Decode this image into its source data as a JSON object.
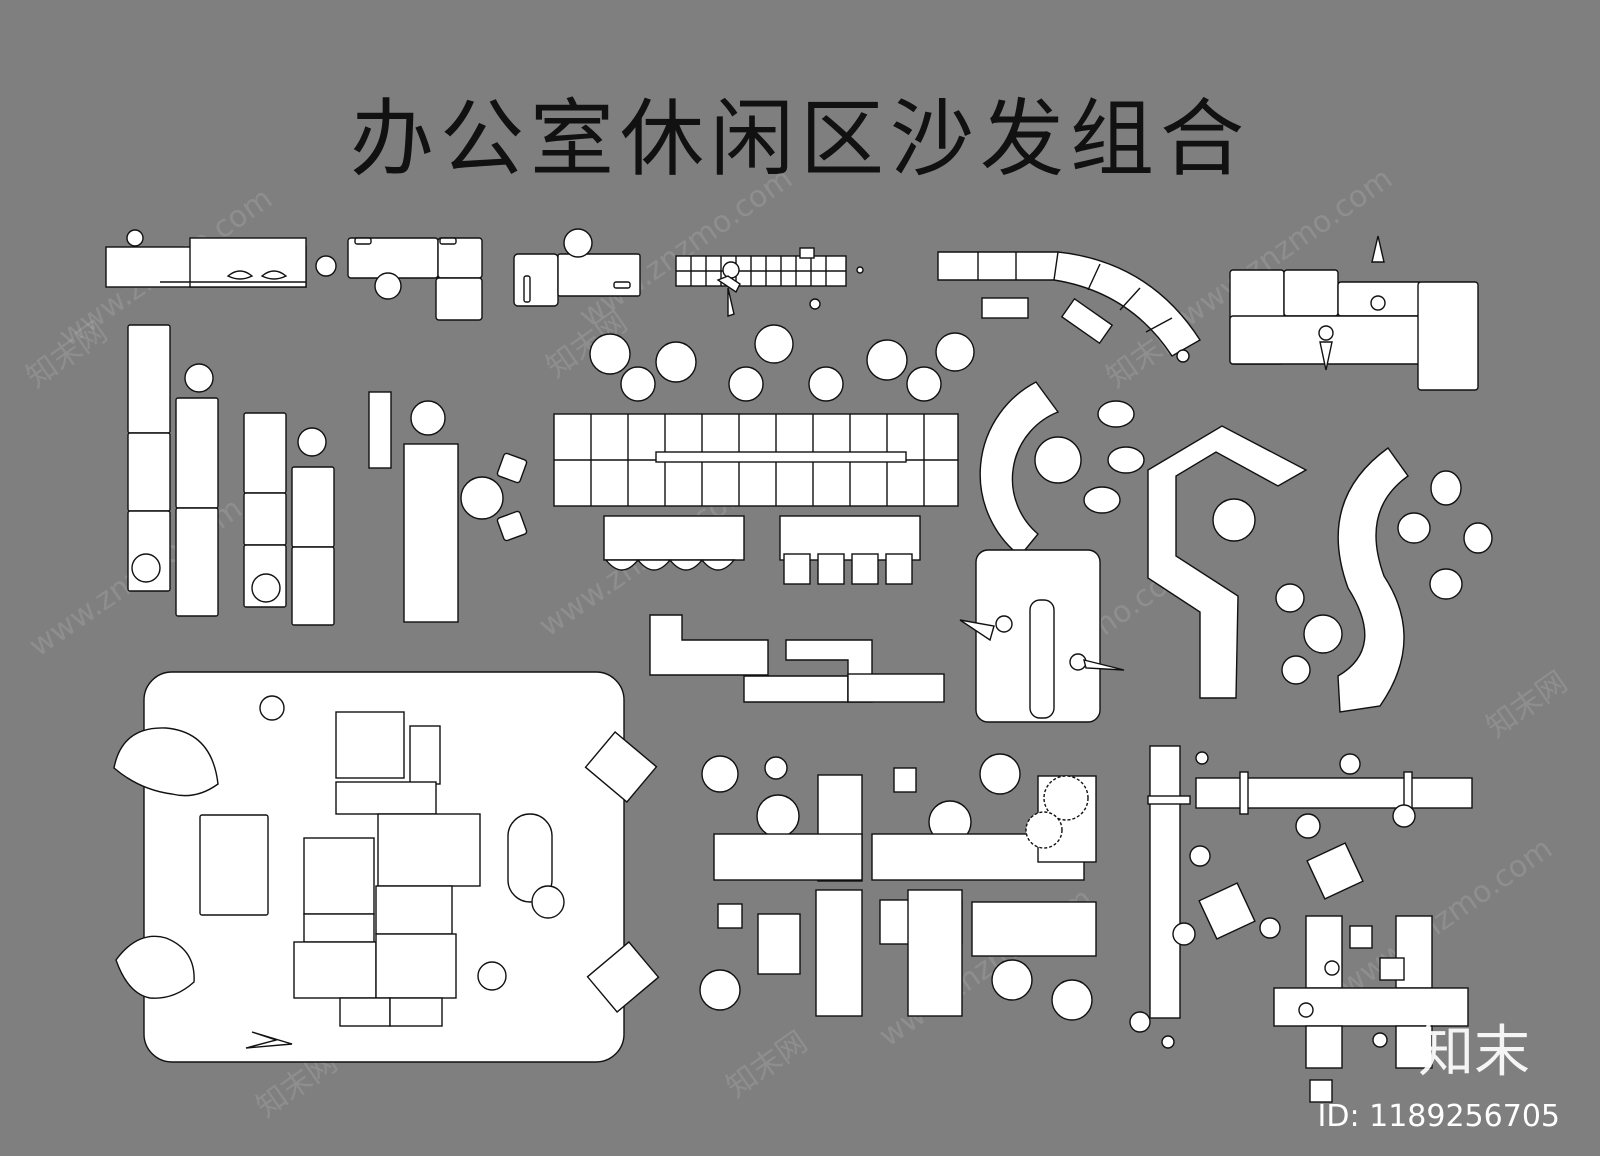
{
  "title": "办公室休闲区沙发组合",
  "watermark_text": "www.znzmo.com",
  "watermark_brand": "知末网",
  "logo_text": "知末",
  "id_label": "ID: 1189256705",
  "colors": {
    "background": "#7f7f7f",
    "furniture_fill": "#ffffff",
    "line": "#111111"
  }
}
